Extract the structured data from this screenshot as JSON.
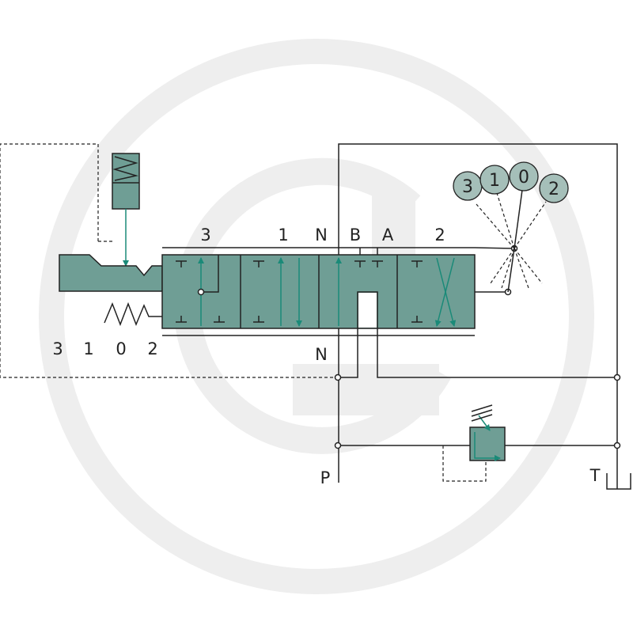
{
  "diagram": {
    "position_labels_top": [
      "3",
      "1",
      "N",
      "B",
      "A",
      "2"
    ],
    "position_labels_left": [
      "3",
      "1",
      "0",
      "2"
    ],
    "knob_labels": [
      "3",
      "1",
      "0",
      "2"
    ],
    "bottom_port_label": "N",
    "port_p_label": "P",
    "port_t_label": "T",
    "colors": {
      "body": "#6f9e95",
      "knob": "#a5bfb9",
      "flow_arrow": "#1a8a78",
      "line": "#222222",
      "watermark": "#eeeeee"
    }
  }
}
